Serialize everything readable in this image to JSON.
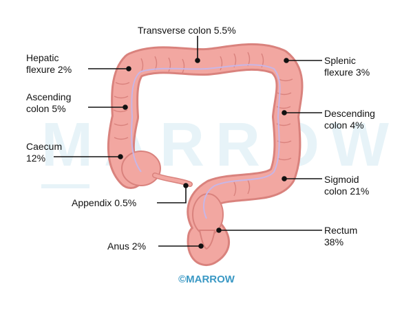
{
  "labels": {
    "transverse": "Transverse colon 5.5%",
    "hepatic": "Hepatic\nflexure 2%",
    "ascending": "Ascending\ncolon 5%",
    "caecum": "Caecum\n12%",
    "appendix": "Appendix 0.5%",
    "anus": "Anus 2%",
    "splenic": "Splenic\nflexure 3%",
    "descending": "Descending\ncolon 4%",
    "sigmoid": "Sigmoid\ncolon 21%",
    "rectum": "Rectum\n38%"
  },
  "watermark": "MARROW",
  "copyright": "©MARROW",
  "colors": {
    "colon_fill": "#f2a7a1",
    "colon_outline": "#d9827d",
    "inner_line": "#c8b6e6",
    "leader": "#111111",
    "watermark": "#e7f3f8",
    "copyright": "#3a98c4"
  }
}
